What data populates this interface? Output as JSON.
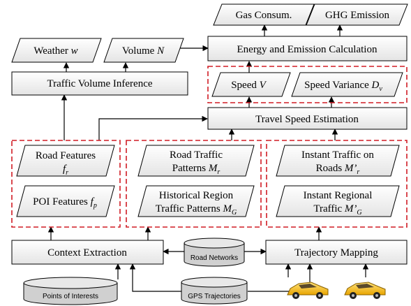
{
  "outputs": {
    "gas": "Gas Consum.",
    "ghg": "GHG Emission"
  },
  "energy_calc": "Energy and Emission Calculation",
  "weather": {
    "text": "Weather ",
    "var": "w"
  },
  "volume": {
    "text": "Volume ",
    "var": "N"
  },
  "traffic_volume_inference": "Traffic Volume Inference",
  "speed": {
    "text": "Speed ",
    "var": "V"
  },
  "speed_variance": {
    "text": "Speed Variance ",
    "var": "D",
    "sub": "v"
  },
  "travel_speed_estimation": "Travel Speed Estimation",
  "road_features": {
    "line1": "Road Features",
    "var": "f",
    "sub": "r"
  },
  "poi_features": {
    "text": "POI Features ",
    "var": "f",
    "sub": "p"
  },
  "road_traffic_patterns": {
    "line1": "Road Traffic",
    "line2": "Patterns ",
    "var": "M",
    "sub": "r"
  },
  "historical_region": {
    "line1": "Historical Region",
    "line2": "Traffic Patterns ",
    "var": "M",
    "sub": "G"
  },
  "instant_traffic_roads": {
    "line1": "Instant Traffic on",
    "line2": "Roads ",
    "var": "M’",
    "sub": "r"
  },
  "instant_regional": {
    "line1": "Instant Regional",
    "line2": "Traffic ",
    "var": "M’",
    "sub": "G"
  },
  "context_extraction": "Context Extraction",
  "trajectory_mapping": "Trajectory Mapping",
  "road_networks": "Road Networks",
  "gps_trajectories": "GPS Trajectories",
  "points_of_interests": "Points of Interests",
  "icons": [
    "taxi-car-icon",
    "taxi-car-icon"
  ]
}
